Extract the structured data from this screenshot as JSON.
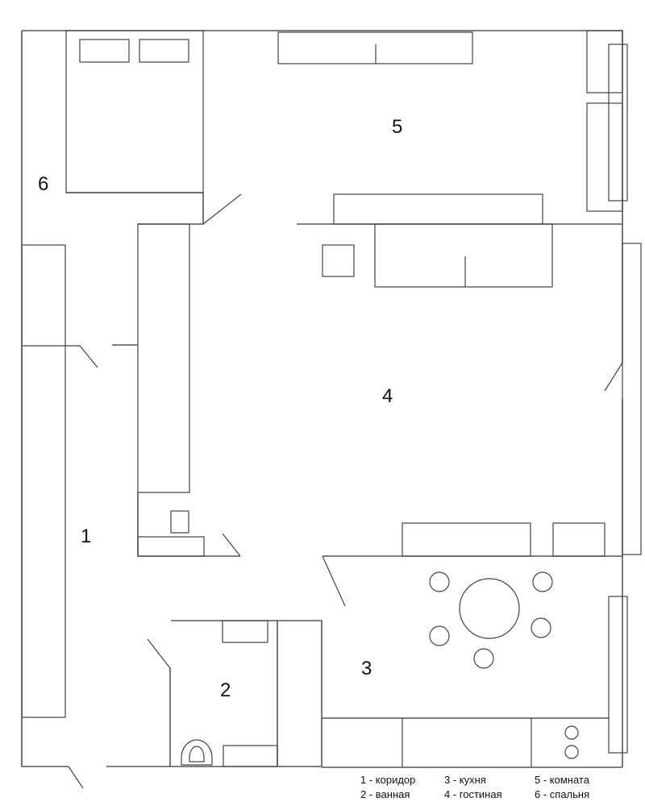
{
  "rooms": [
    {
      "number": "1",
      "name": "коридор"
    },
    {
      "number": "2",
      "name": "ванная"
    },
    {
      "number": "3",
      "name": "кухня"
    },
    {
      "number": "4",
      "name": "гостиная"
    },
    {
      "number": "5",
      "name": "комната"
    },
    {
      "number": "6",
      "name": "спальня"
    }
  ],
  "legend": [
    "1 - коридор",
    "2 - ванная",
    "3 - кухня",
    "4 - гостиная",
    "5 - комната",
    "6 - спальня"
  ]
}
